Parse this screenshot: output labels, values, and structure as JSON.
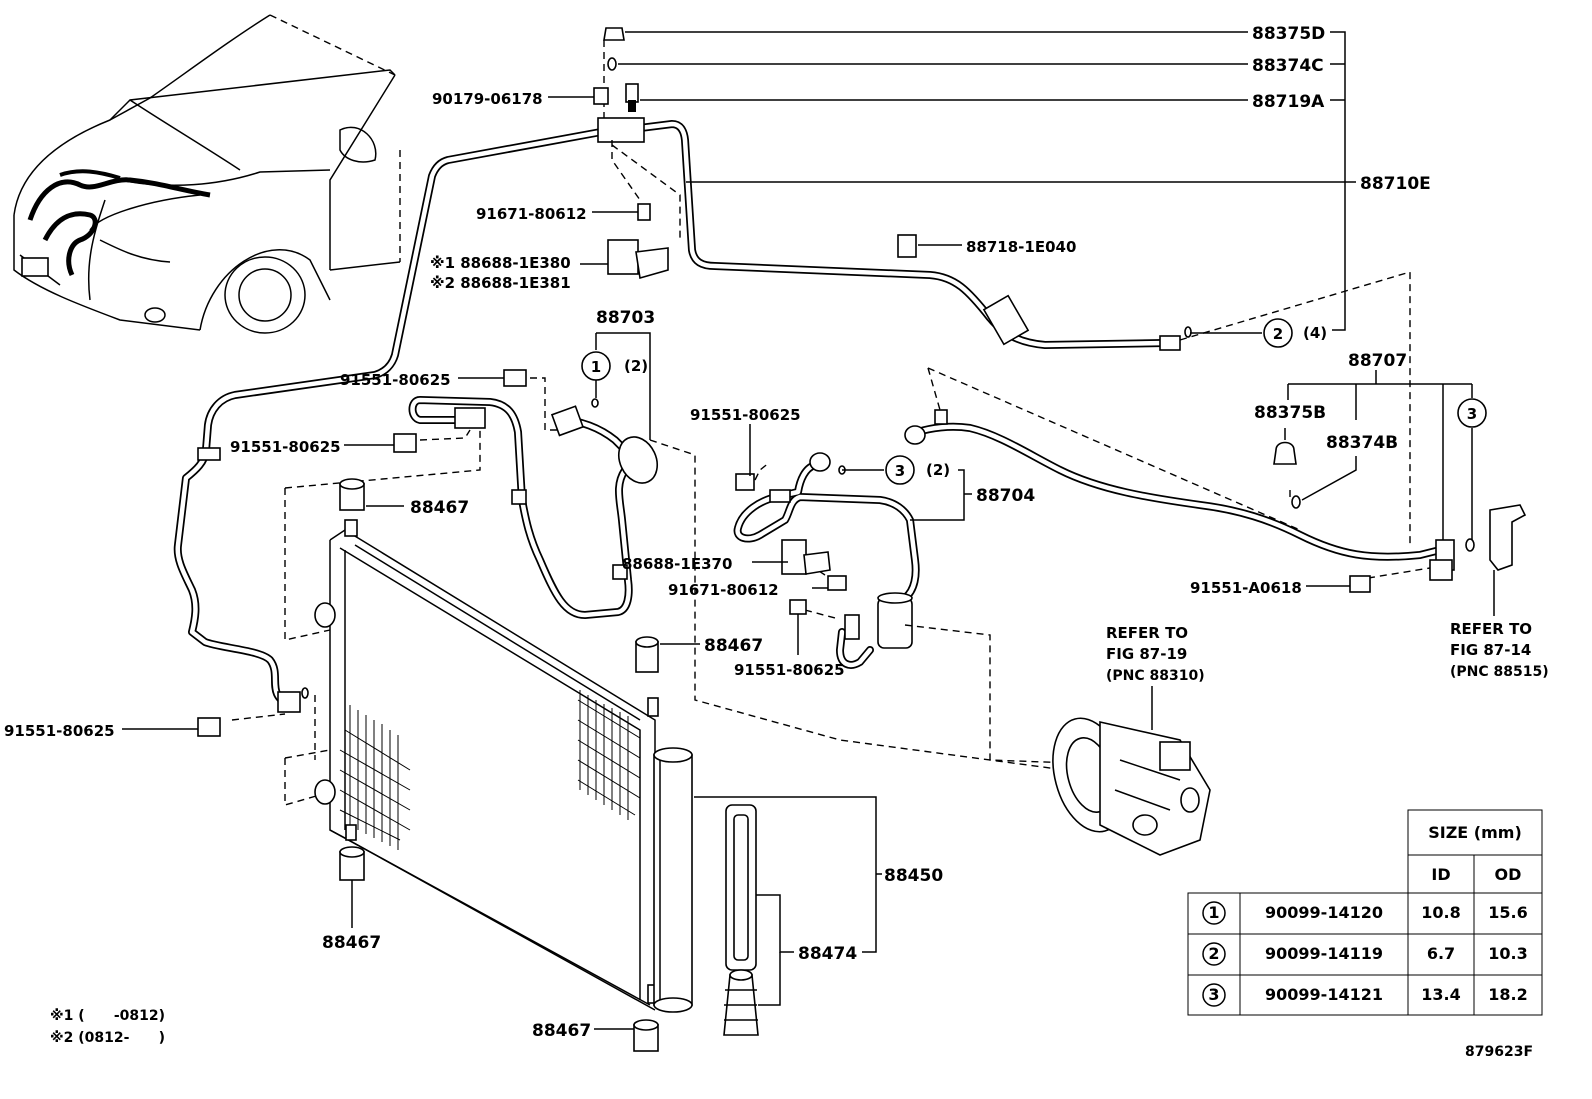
{
  "labels": {
    "p88375D": "88375D",
    "p88374C": "88374C",
    "p88719A": "88719A",
    "p88710E": "88710E",
    "p90179": "90179-06178",
    "p91671a": "91671-80612",
    "p88718": "88718-1E040",
    "p88688a": "※1 88688-1E380",
    "p88688b": "※2 88688-1E381",
    "p88703": "88703",
    "p88707": "88707",
    "p88375B": "88375B",
    "p88374B": "88374B",
    "p91551a": "91551-80625",
    "p91551b": "91551-80625",
    "p91551c": "91551-80625",
    "p91551d": "91551-80625",
    "p91551e": "91551-80625",
    "p88704": "88704",
    "p88688c": "88688-1E370",
    "p91671b": "91671-80612",
    "p91551A0618": "91551-A0618",
    "p88467a": "88467",
    "p88467b": "88467",
    "p88467c": "88467",
    "p88467d": "88467",
    "p88450": "88450",
    "p88474": "88474",
    "qty2a": "(2)",
    "qty2b": "(2)",
    "qty4": "(4)",
    "c1": "1",
    "c2": "2",
    "c3a": "3",
    "c3b": "3"
  },
  "refs": {
    "compressor": [
      "REFER TO",
      "FIG 87-19",
      "(PNC 88310)"
    ],
    "valve": [
      "REFER TO",
      "FIG 87-14",
      "(PNC 88515)"
    ]
  },
  "notes": {
    "n1": "※1 (      -0812)",
    "n2": "※2 (0812-      )"
  },
  "figure_id": "879623F",
  "size_table": {
    "header": "SIZE (mm)",
    "col_id": "ID",
    "col_od": "OD",
    "rows": [
      {
        "num": "1",
        "part": "90099-14120",
        "id": "10.8",
        "od": "15.6"
      },
      {
        "num": "2",
        "part": "90099-14119",
        "id": "6.7",
        "od": "10.3"
      },
      {
        "num": "3",
        "part": "90099-14121",
        "id": "13.4",
        "od": "18.2"
      }
    ]
  }
}
